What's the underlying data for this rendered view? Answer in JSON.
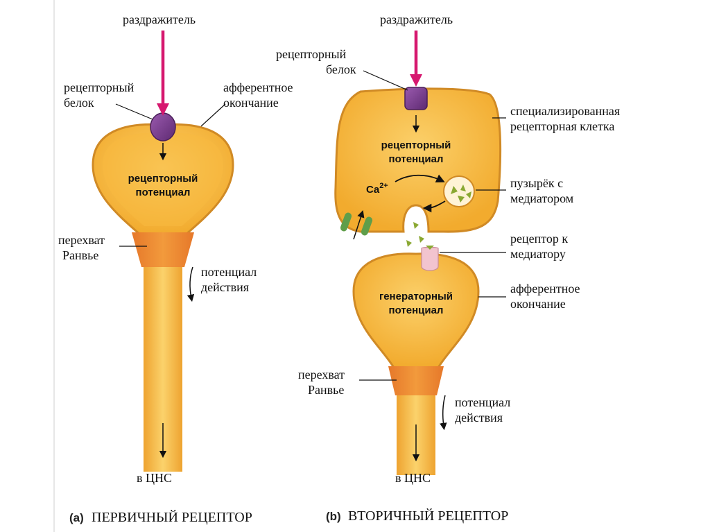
{
  "panel_a": {
    "tag": "(a)",
    "title": "ПЕРВИЧНЫЙ РЕЦЕПТОР",
    "stimulus": "раздражитель",
    "receptor_protein": [
      "рецепторный",
      "белок"
    ],
    "afferent_ending": [
      "афферентное",
      "окончание"
    ],
    "receptor_potential": [
      "рецепторный",
      "потенциал"
    ],
    "node_ranvier": [
      "перехват",
      "Ранвье"
    ],
    "action_potential": [
      "потенциал",
      "действия"
    ],
    "to_cns": "в ЦНС"
  },
  "panel_b": {
    "tag": "(b)",
    "title": "ВТОРИЧНЫЙ РЕЦЕПТОР",
    "stimulus": "раздражитель",
    "receptor_protein": [
      "рецепторный",
      "белок"
    ],
    "specialized_cell": [
      "специализированная",
      "рецепторная клетка"
    ],
    "receptor_potential": [
      "рецепторный",
      "потенциал"
    ],
    "calcium": "Ca",
    "calcium_charge": "2+",
    "vesicle": [
      "пузырёк с",
      "медиатором"
    ],
    "mediator_receptor": [
      "рецептор к",
      "медиатору"
    ],
    "generator_potential": [
      "генераторный",
      "потенциал"
    ],
    "afferent_ending": [
      "афферентное",
      "окончание"
    ],
    "node_ranvier": [
      "перехват",
      "Ранвье"
    ],
    "action_potential": [
      "потенциал",
      "действия"
    ],
    "to_cns": "в ЦНС"
  },
  "colors": {
    "cell_fill": "#f5b73a",
    "cell_light": "#fbd573",
    "cell_border": "#d08a25",
    "stimulus_arrow": "#d6186f",
    "protein": "#7a3f8f",
    "node": "#ec8a2c",
    "channel": "#5f9e4a",
    "mediator_receptor": "#f2c4cf"
  }
}
